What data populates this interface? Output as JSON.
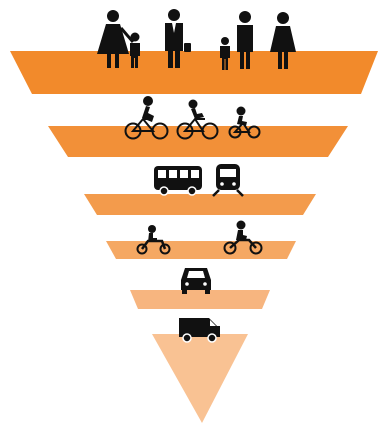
{
  "colors": {
    "tier_1": "#f28a2b",
    "tier_2": "#f29038",
    "tier_3": "#f39b4c",
    "tier_4": "#f5a863",
    "tier_5": "#f7b57f",
    "tier_6": "#f9c293",
    "icon": "#111111"
  },
  "tiers": [
    {
      "level": 1,
      "icons": [
        "woman-with-child-icon",
        "businessman-icon",
        "family-walking-icon"
      ]
    },
    {
      "level": 2,
      "icons": [
        "cyclist-helmet-icon",
        "cyclist-icon",
        "child-cyclist-icon"
      ]
    },
    {
      "level": 3,
      "icons": [
        "bus-icon",
        "train-icon"
      ]
    },
    {
      "level": 4,
      "icons": [
        "scooter-icon",
        "motorcycle-icon"
      ]
    },
    {
      "level": 5,
      "icons": [
        "car-icon"
      ]
    },
    {
      "level": 6,
      "icons": [
        "van-icon"
      ]
    }
  ]
}
